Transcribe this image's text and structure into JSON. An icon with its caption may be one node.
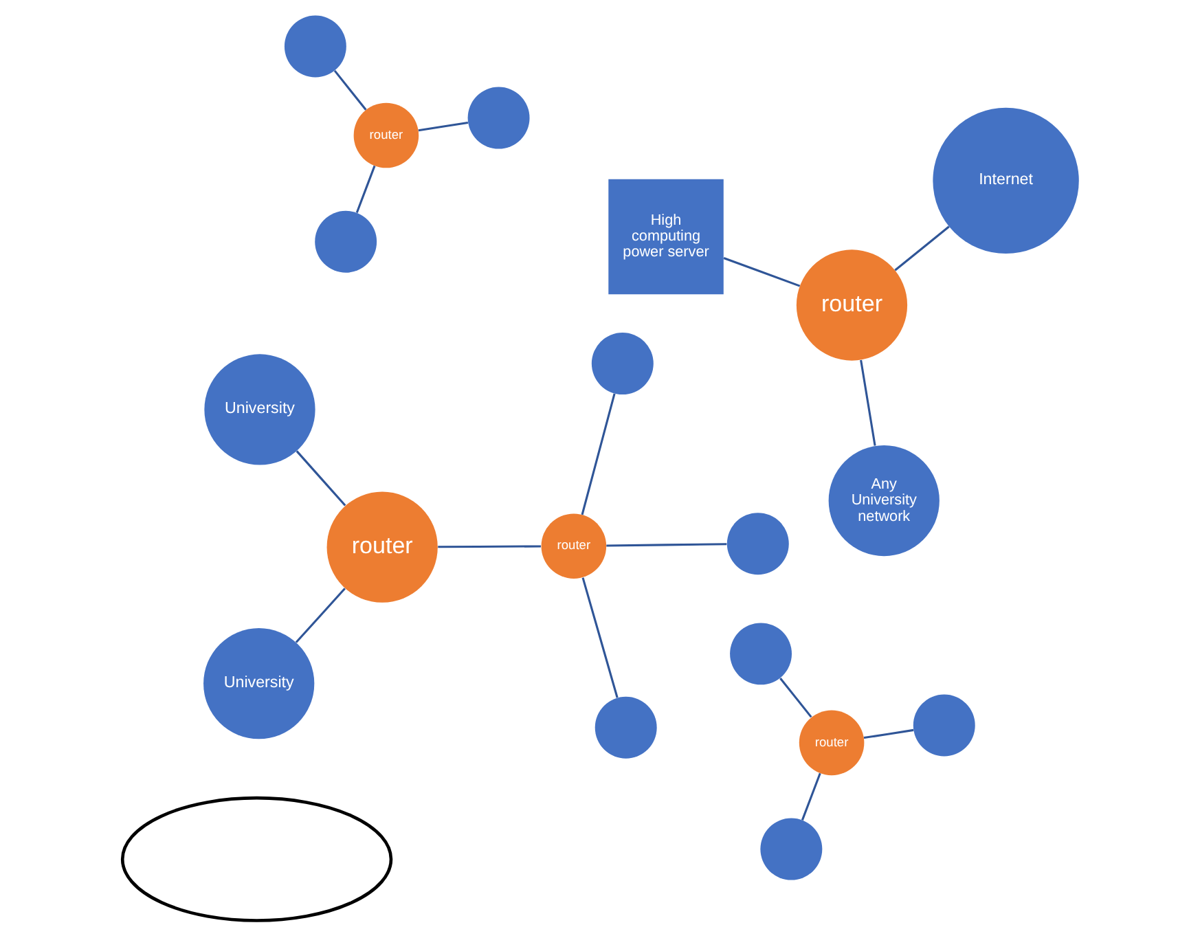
{
  "diagram": {
    "nodes": [
      {
        "text": [
          "High computing power server"
        ]
      },
      {
        "text": [
          "Internet"
        ]
      },
      {
        "text": [
          "Any University network"
        ]
      },
      {
        "text": [
          "router"
        ]
      },
      {
        "text": [],
        "shape": "cloud"
      },
      {
        "text": [
          "router"
        ]
      },
      {
        "text": [],
        "shape": "circle"
      },
      {
        "text": [],
        "shape": "circle"
      },
      {
        "text": [],
        "shape": "circle"
      },
      {
        "text": [
          "router"
        ]
      },
      {
        "text": [],
        "shape": "circle"
      },
      {
        "text": [],
        "shape": "circle"
      },
      {
        "text": [],
        "shape": "circle"
      },
      {
        "text": [
          "router"
        ]
      },
      {
        "text": [],
        "shape": "circle"
      },
      {
        "text": [],
        "shape": "circle"
      },
      {
        "text": [],
        "shape": "circle"
      },
      {
        "text": [
          "router"
        ]
      },
      {
        "text": [
          "University"
        ]
      },
      {
        "text": [
          "University"
        ]
      }
    ],
    "edges": [
      {
        "from": 0,
        "to": 3,
        "arrow": "none"
      },
      {
        "from": 1,
        "to": 3,
        "arrow": "none"
      },
      {
        "from": 2,
        "to": 3,
        "arrow": "none"
      },
      {
        "from": 6,
        "to": 5,
        "arrow": "none"
      },
      {
        "from": 7,
        "to": 5,
        "arrow": "none"
      },
      {
        "from": 8,
        "to": 5,
        "arrow": "none"
      },
      {
        "from": 9,
        "to": 10,
        "arrow": "none"
      },
      {
        "from": 9,
        "to": 11,
        "arrow": "none"
      },
      {
        "from": 9,
        "to": 12,
        "arrow": "none"
      },
      {
        "from": 14,
        "to": 17,
        "arrow": "none"
      },
      {
        "from": 15,
        "to": 17,
        "arrow": "none"
      },
      {
        "from": 16,
        "to": 17,
        "arrow": "none"
      },
      {
        "from": 17,
        "to": 13,
        "arrow": "none"
      },
      {
        "from": 13,
        "to": 19,
        "arrow": "none"
      },
      {
        "from": 13,
        "to": 18,
        "arrow": "none"
      }
    ]
  }
}
